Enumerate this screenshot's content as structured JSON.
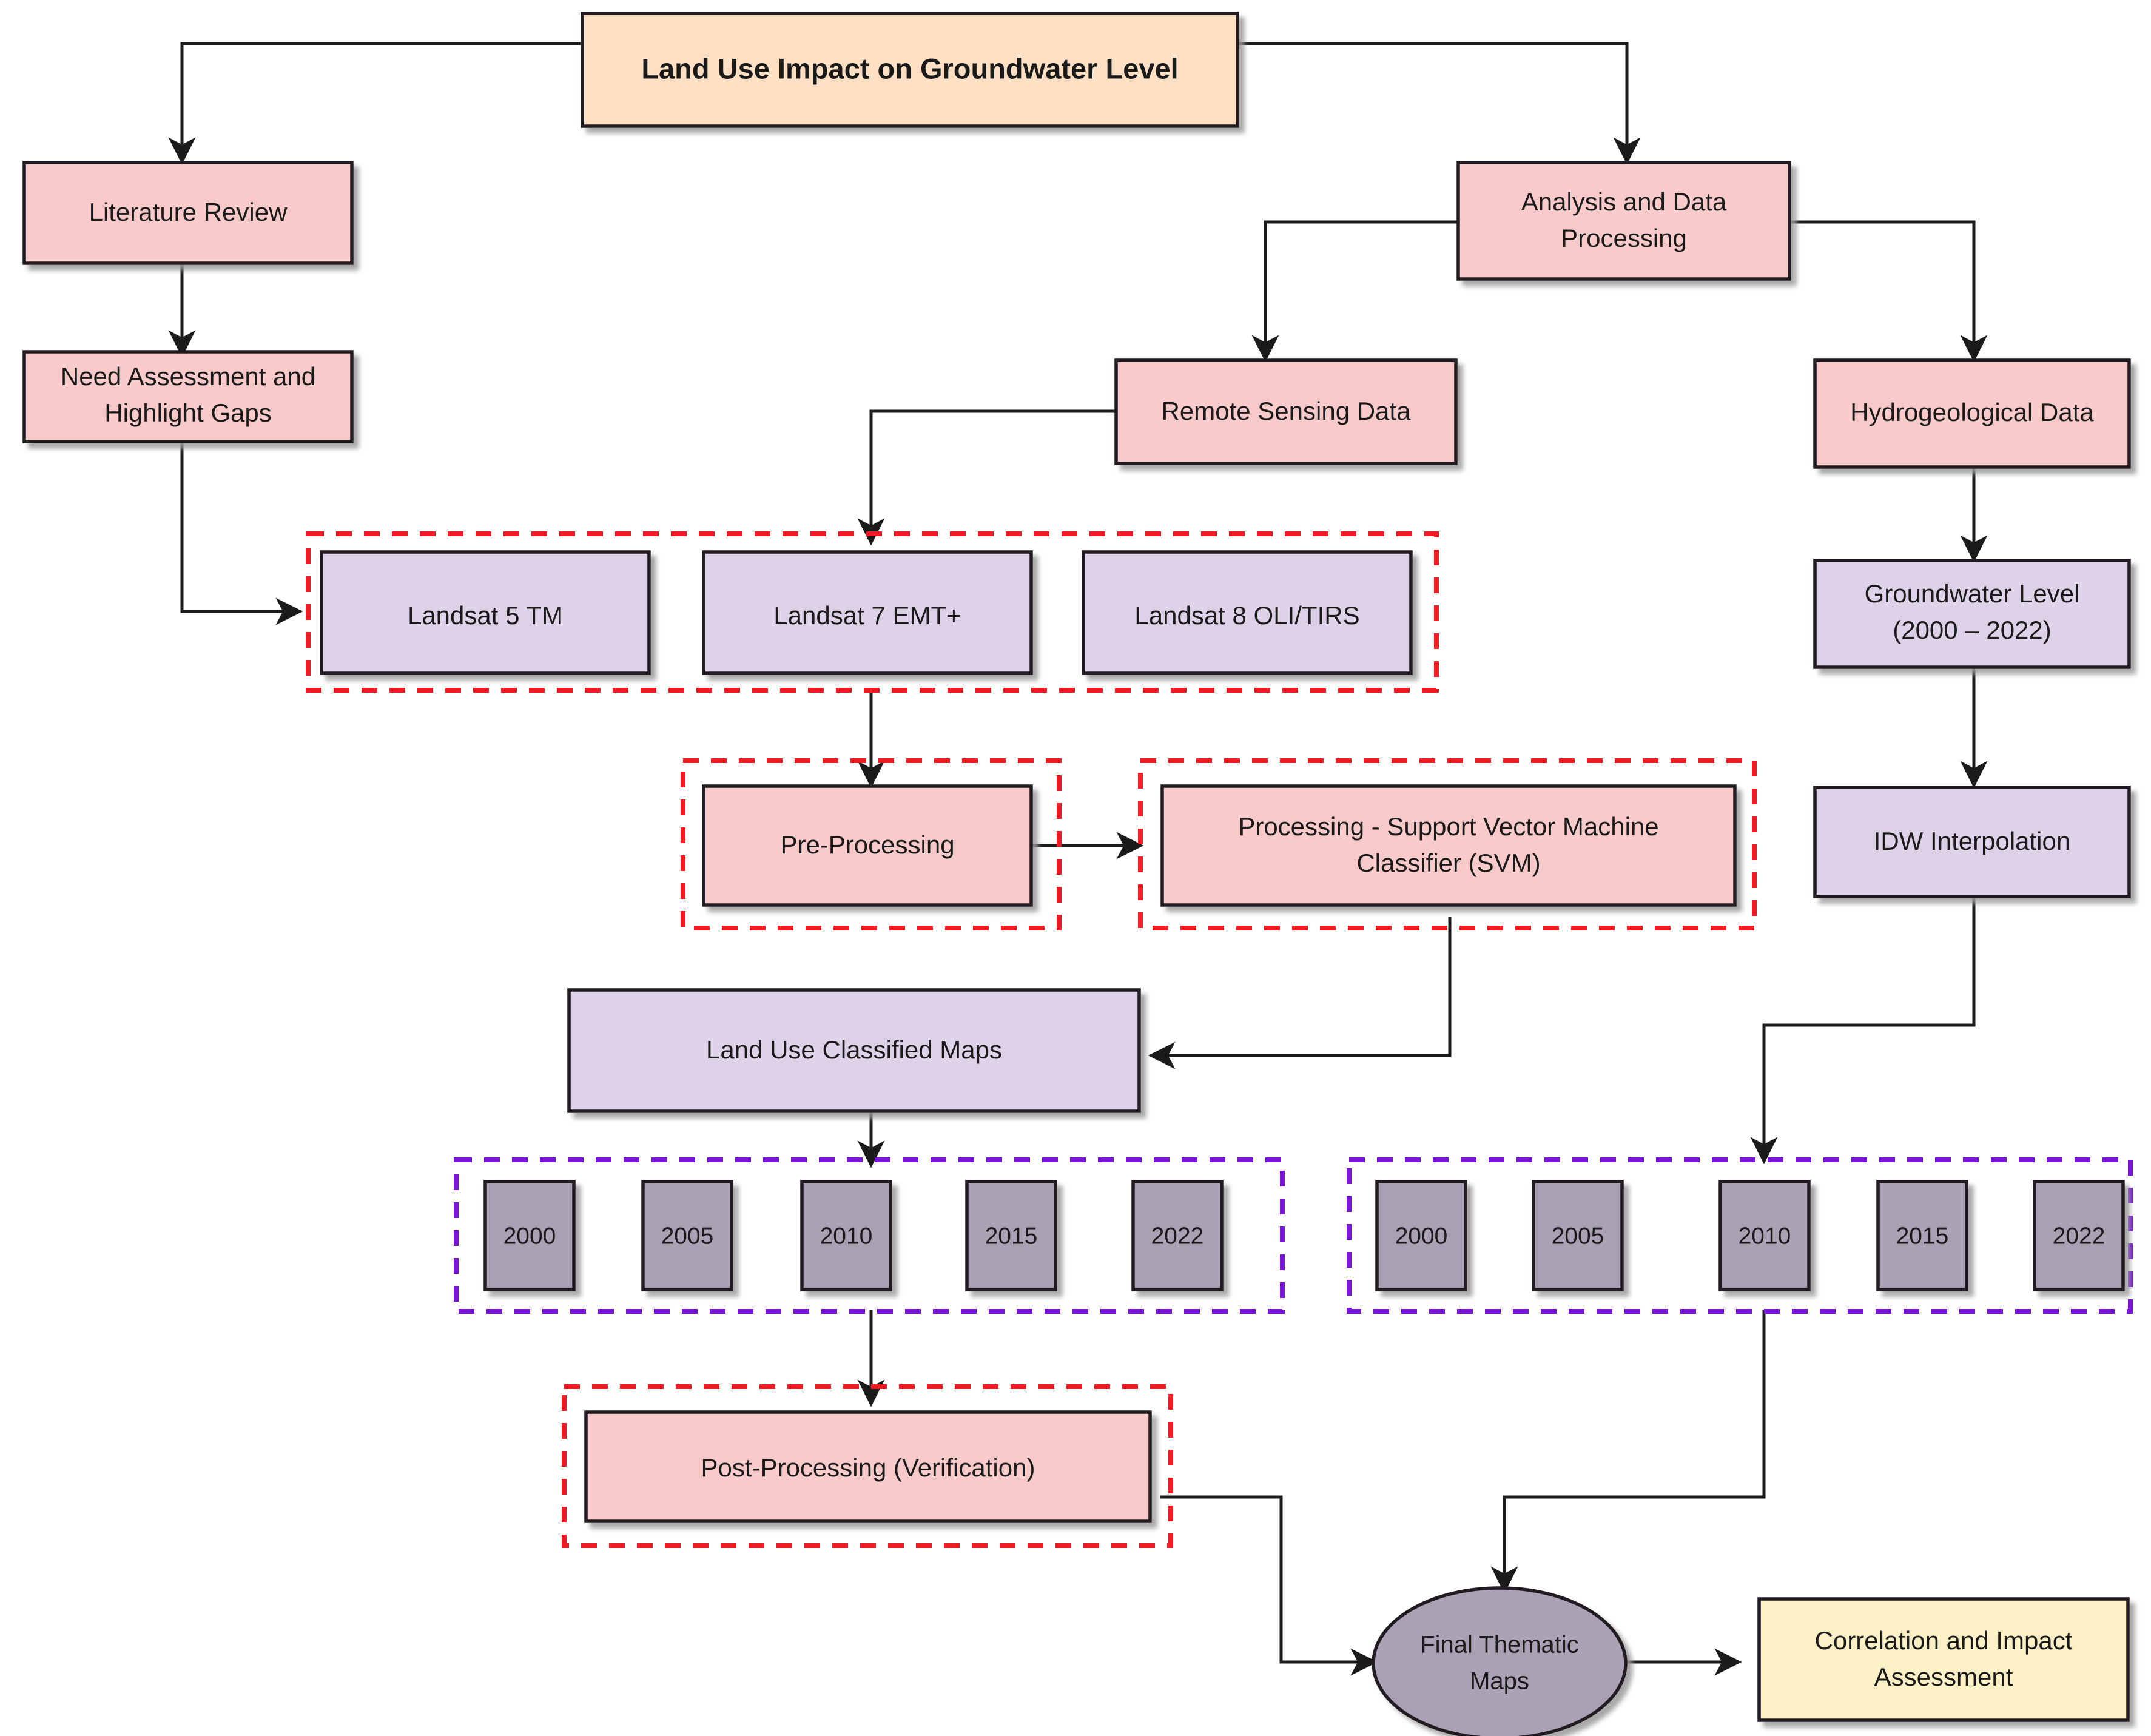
{
  "diagram": {
    "title": "Land Use Impact on Groundwater Level",
    "type": "flowchart",
    "colors": {
      "title_fill": "#fde0c3",
      "pink_fill": "#f8caca",
      "lavender_fill": "#ded2e9",
      "gray_fill": "#aaa1b4",
      "cream_fill": "#fcf0c6",
      "red_group_border": "#ef1c24",
      "purple_group_border": "#7a14d6",
      "node_border": "#231f20",
      "edge": "#1b1b1b"
    }
  },
  "nodes": {
    "root": "Land Use Impact on Groundwater Level",
    "literature_review": "Literature Review",
    "need_assessment": "Need Assessment and Highlight Gaps",
    "need_assessment_l1": "Need Assessment and",
    "need_assessment_l2": "Highlight Gaps",
    "analysis": "Analysis and Data Processing",
    "analysis_l1": "Analysis and Data",
    "analysis_l2": "Processing",
    "remote_sensing": "Remote Sensing Data",
    "hydrogeological": "Hydrogeological Data",
    "landsat5": "Landsat 5 TM",
    "landsat7": "Landsat 7 EMT+",
    "landsat8": "Landsat 8 OLI/TIRS",
    "groundwater_level": "Groundwater Level (2000 – 2022)",
    "groundwater_level_l1": "Groundwater Level",
    "groundwater_level_l2": "(2000 – 2022)",
    "idw": "IDW Interpolation",
    "preprocessing": "Pre-Processing",
    "svm": "Processing - Support Vector Machine Classifier (SVM)",
    "svm_l1": "Processing - Support Vector Machine",
    "svm_l2": "Classifier (SVM)",
    "landuse_maps": "Land Use Classified Maps",
    "postprocessing": "Post-Processing (Verification)",
    "final_maps": "Final Thematic Maps",
    "final_maps_l1": "Final Thematic",
    "final_maps_l2": "Maps",
    "correlation": "Correlation and Impact Assessment",
    "correlation_l1": "Correlation and Impact",
    "correlation_l2": "Assessment"
  },
  "year_groups": {
    "landuse_years": [
      "2000",
      "2005",
      "2010",
      "2015",
      "2022"
    ],
    "groundwater_years": [
      "2000",
      "2005",
      "2010",
      "2015",
      "2022"
    ]
  }
}
